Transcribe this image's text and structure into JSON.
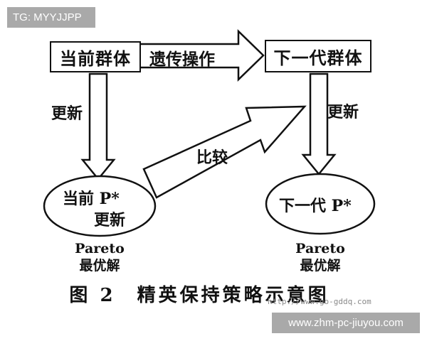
{
  "watermark_top": "TG: MYYJJPP",
  "watermark_bottom": "www.zhm-pc-jiuyou.com",
  "watermark_url": "http://www.go-gddq.com",
  "boxes": {
    "current_population": "当前群体",
    "next_population": "下一代群体"
  },
  "arrows": {
    "genetic_operation": "遗传操作",
    "update_left": "更新",
    "update_right": "更新",
    "compare": "比较"
  },
  "ellipses": {
    "left_line1": "当前 P*",
    "left_line2": "更新",
    "right": "下一代 P*"
  },
  "pareto": {
    "left_line1": "Pareto",
    "left_line2": "最优解",
    "right_line1": "Pareto",
    "right_line2": "最优解"
  },
  "caption": "图 2　精英保持策略示意图"
}
